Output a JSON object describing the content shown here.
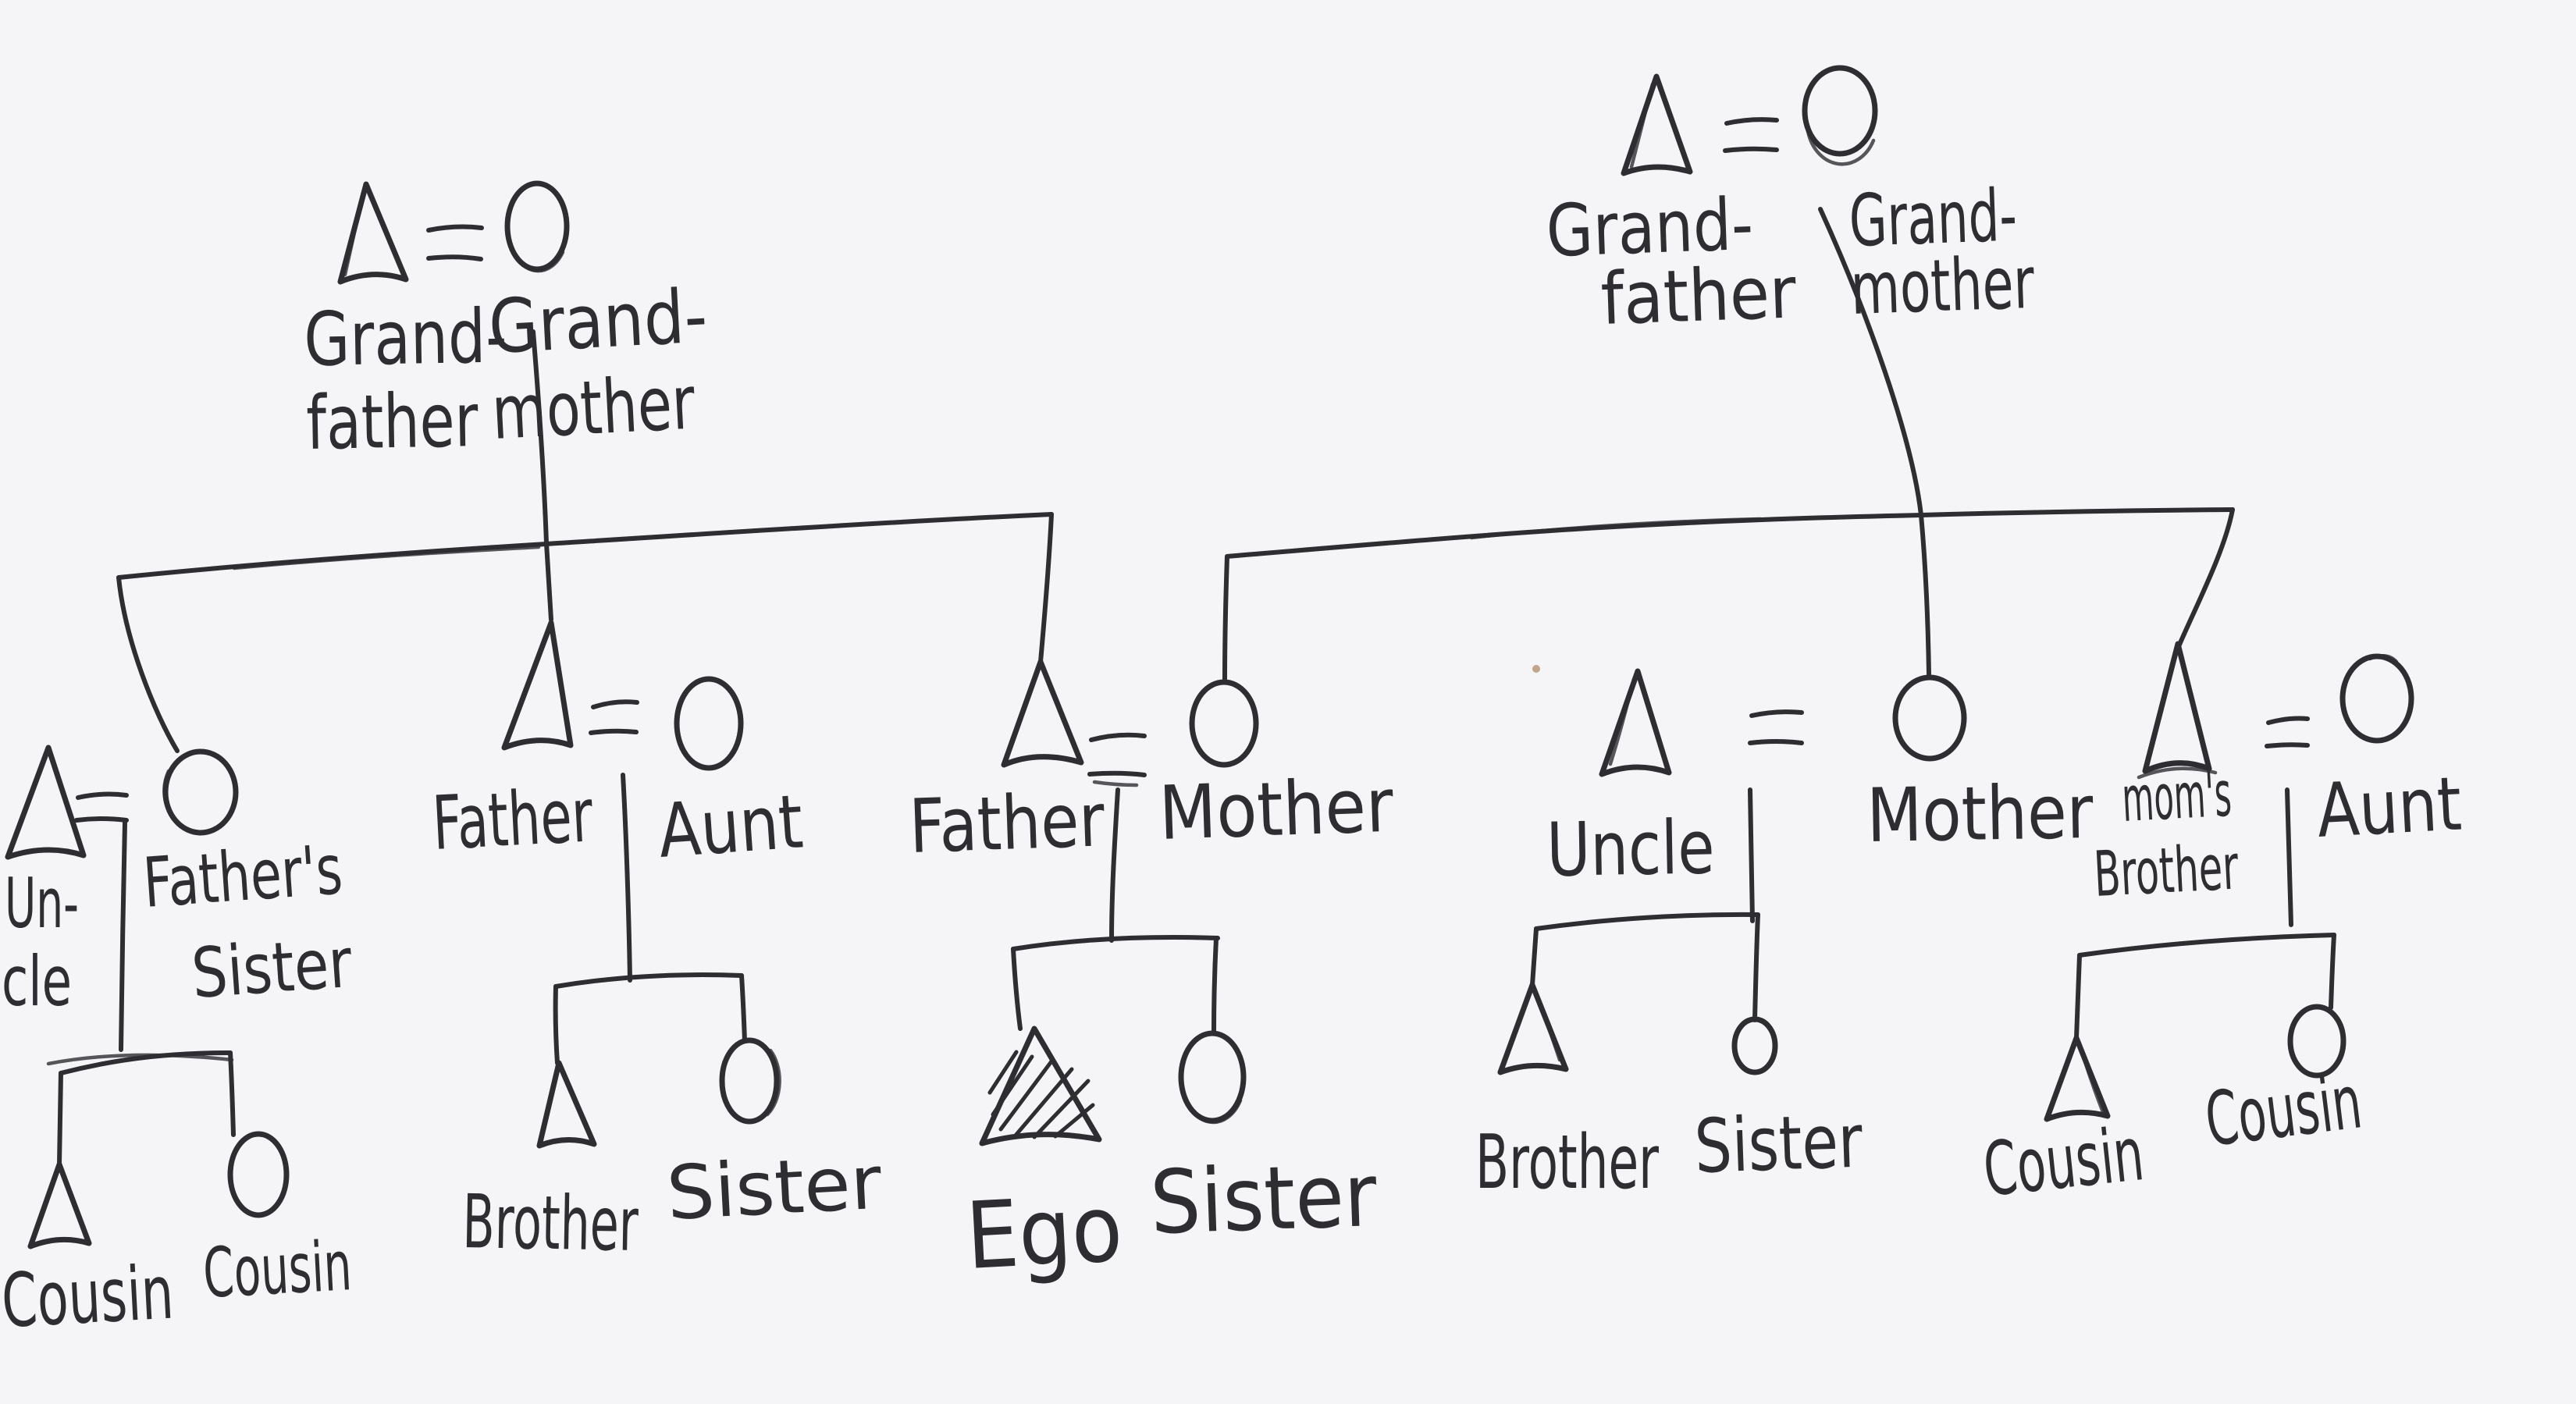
{
  "colors": {
    "paper": "#f5f4f7",
    "ink": "#2d2d32",
    "speck": "#b5916f"
  },
  "diagram": {
    "kind": "hand-drawn kinship chart",
    "paternal": {
      "grandfather": {
        "l1": "Grand-",
        "l2": "father"
      },
      "grandmother": {
        "l1": "Grand-",
        "l2": "mother"
      },
      "uncle": {
        "l1": "Un-",
        "l2": "cle"
      },
      "fathers_sister": {
        "l1": "Father's",
        "l2": "Sister"
      },
      "father_brother": {
        "label": "Father"
      },
      "aunt": {
        "label": "Aunt"
      },
      "cousin_son": {
        "label": "Cousin"
      },
      "cousin_daughter": {
        "label": "Cousin"
      },
      "brother": {
        "label": "Brother"
      },
      "sister": {
        "label": "Sister"
      }
    },
    "nuclear": {
      "father": {
        "label": "Father"
      },
      "mother": {
        "label": "Mother"
      },
      "ego": {
        "label": "Ego"
      },
      "sister": {
        "label": "Sister"
      }
    },
    "maternal": {
      "grandfather": {
        "l1": "Grand-",
        "l2": "father"
      },
      "grandmother": {
        "l1": "Grand-",
        "l2": "mother"
      },
      "uncle": {
        "label": "Uncle"
      },
      "mothers_sister": {
        "label": "Mother"
      },
      "moms_brother": {
        "l1": "mom's",
        "l2": "Brother"
      },
      "aunt": {
        "label": "Aunt"
      },
      "brother": {
        "label": "Brother"
      },
      "sister": {
        "label": "Sister"
      },
      "cousin_son": {
        "label": "Cousin"
      },
      "cousin_daughter": {
        "label": "Cousin"
      }
    }
  }
}
